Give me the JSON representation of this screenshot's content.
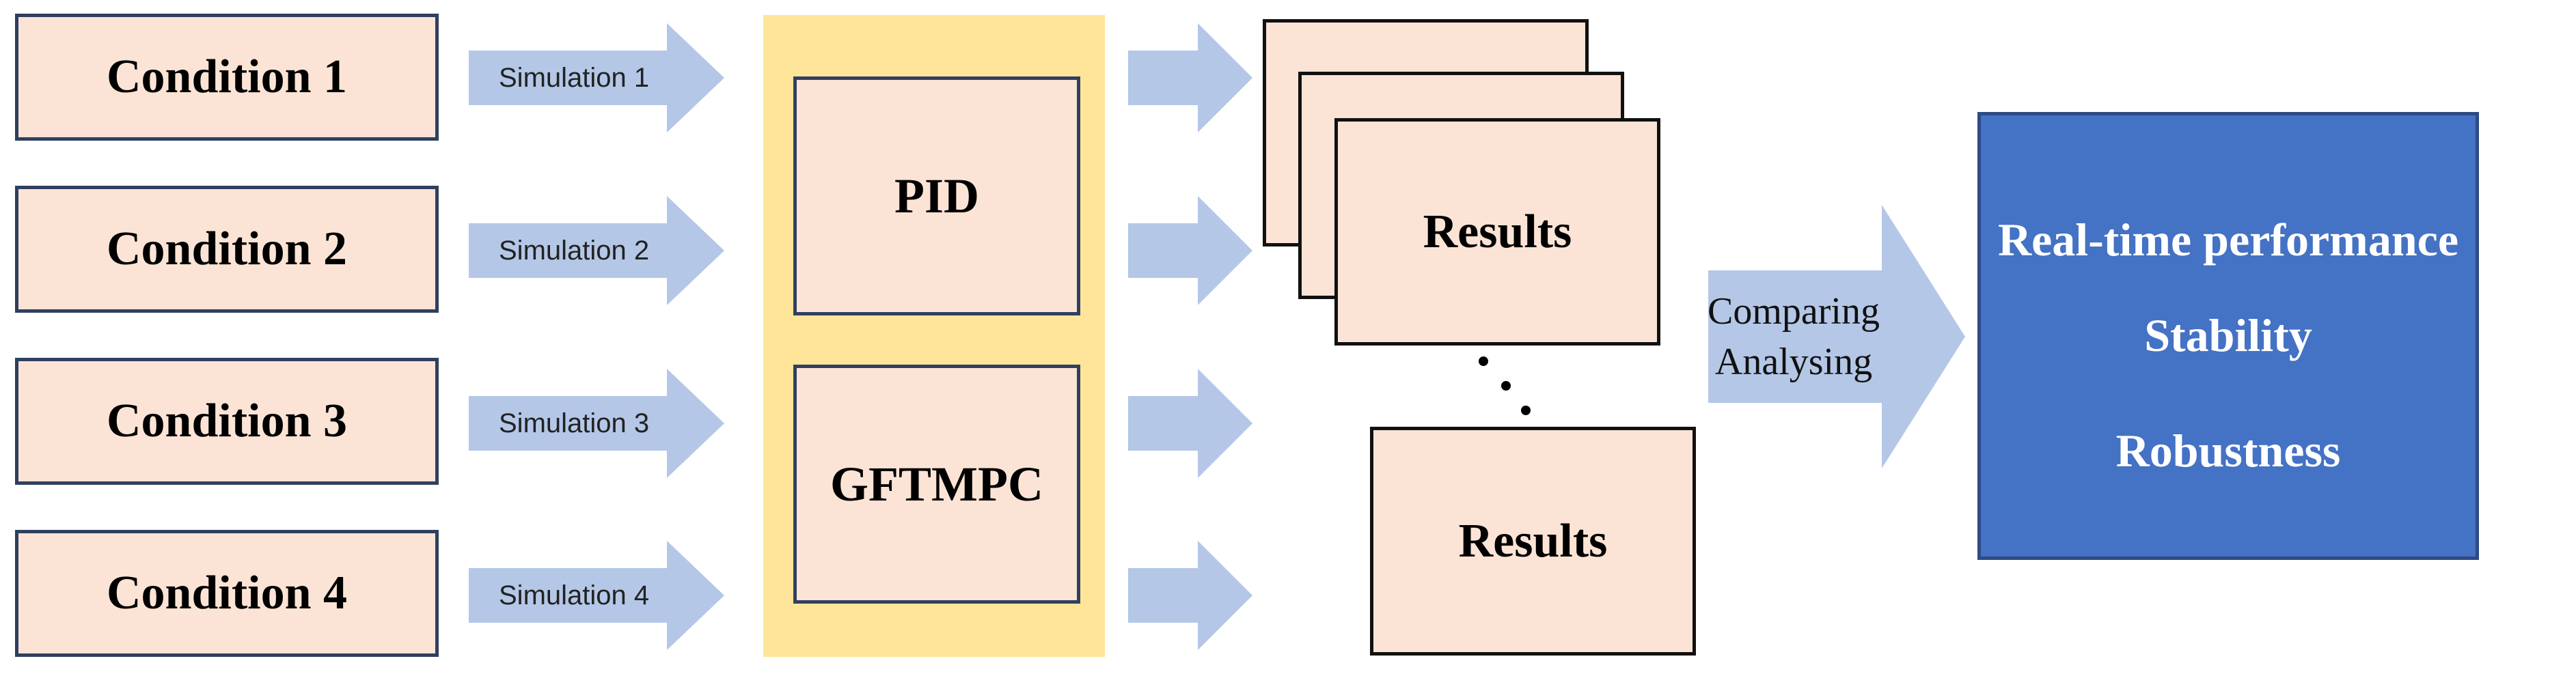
{
  "conditions": [
    "Condition 1",
    "Condition 2",
    "Condition 3",
    "Condition 4"
  ],
  "simulations": [
    "Simulation 1",
    "Simulation 2",
    "Simulation 3",
    "Simulation 4"
  ],
  "controllers": [
    "PID",
    "GFTMPC"
  ],
  "results": [
    "Results",
    "Results"
  ],
  "analysis": {
    "line1": "Comparing",
    "line2": "Analysing"
  },
  "metrics": [
    "Real-time performance",
    "Stability",
    "Robustness"
  ],
  "colors": {
    "condition_fill": "#fbe4d5",
    "box_border": "#2f3f5f",
    "arrow": "#b4c7e7",
    "controller_panel": "#fee599",
    "metrics_fill": "#4472c4",
    "metrics_text": "#ffffff"
  }
}
